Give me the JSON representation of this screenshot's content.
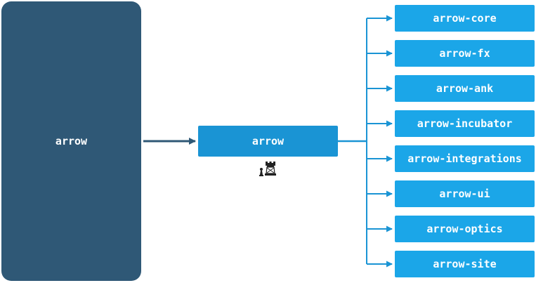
{
  "root": {
    "label": "arrow"
  },
  "hub": {
    "label": "arrow",
    "icon": "chess-pieces-icon"
  },
  "modules": [
    {
      "label": "arrow-core"
    },
    {
      "label": "arrow-fx"
    },
    {
      "label": "arrow-ank"
    },
    {
      "label": "arrow-incubator"
    },
    {
      "label": "arrow-integrations"
    },
    {
      "label": "arrow-ui"
    },
    {
      "label": "arrow-optics"
    },
    {
      "label": "arrow-site"
    }
  ],
  "colors": {
    "root_fill": "#2f5876",
    "hub_fill": "#1a94d4",
    "module_fill": "#1ba6e8",
    "root_arrow": "#2f5876",
    "module_arrow": "#1a94d4"
  }
}
